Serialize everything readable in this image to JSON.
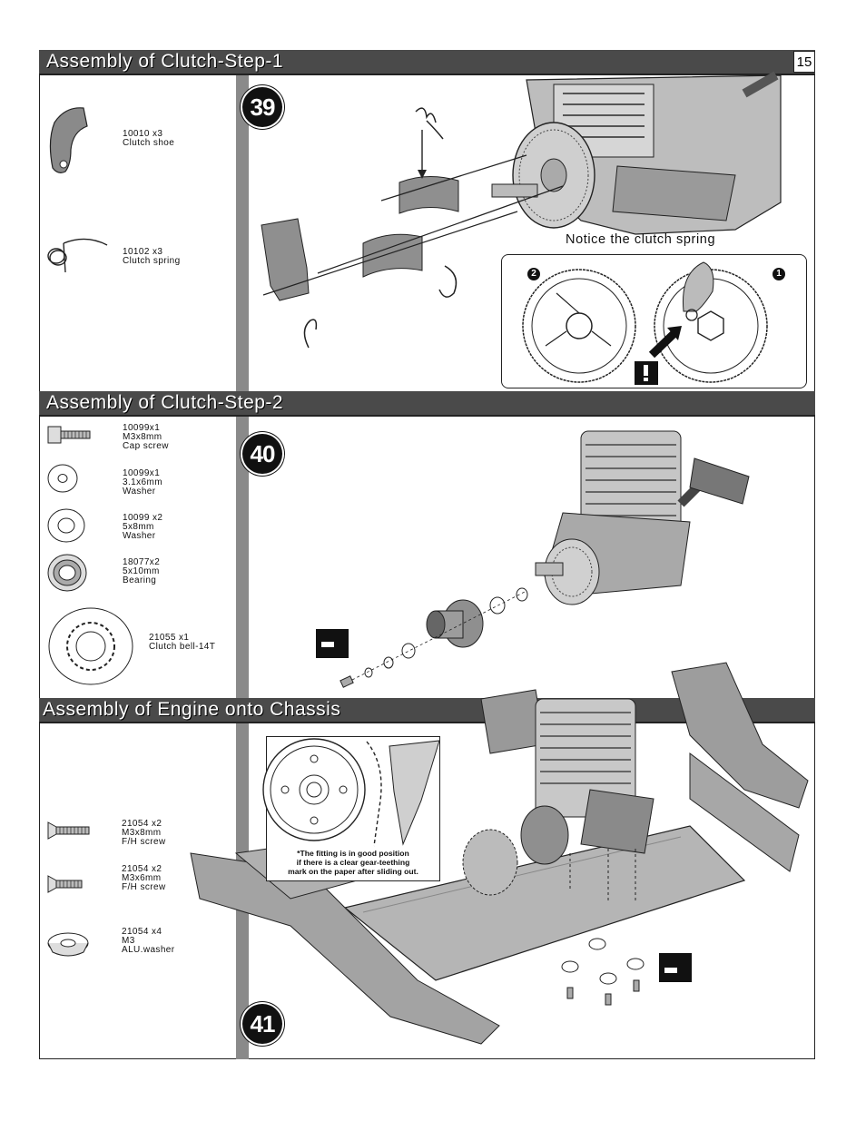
{
  "page_number": "15",
  "sections": [
    {
      "title": "Assembly of Clutch-Step-1",
      "step": "39",
      "parts": [
        {
          "lines": [
            "10010 x3",
            "Clutch shoe"
          ],
          "icon": "clutch-shoe-icon"
        },
        {
          "lines": [
            "10102 x3",
            "Clutch spring"
          ],
          "icon": "clutch-spring-icon"
        }
      ],
      "notice": "Notice the clutch spring",
      "callout_marks": [
        "2",
        "1"
      ]
    },
    {
      "title": "Assembly of Clutch-Step-2",
      "step": "40",
      "parts": [
        {
          "lines": [
            "10099x1",
            "M3x8mm",
            "Cap screw"
          ],
          "icon": "cap-screw-icon"
        },
        {
          "lines": [
            "10099x1",
            "3.1x6mm",
            "Washer"
          ],
          "icon": "small-washer-icon"
        },
        {
          "lines": [
            "10099 x2",
            "5x8mm",
            "Washer"
          ],
          "icon": "washer-icon"
        },
        {
          "lines": [
            "18077x2",
            "5x10mm",
            "Bearing"
          ],
          "icon": "bearing-icon"
        },
        {
          "lines": [
            "21055 x1",
            "Clutch bell-14T"
          ],
          "icon": "clutch-bell-icon"
        }
      ]
    },
    {
      "title": "Assembly of Engine onto Chassis",
      "step": "41",
      "parts": [
        {
          "lines": [
            "21054 x2",
            " M3x8mm",
            " F/H screw"
          ],
          "icon": "fh-screw-icon"
        },
        {
          "lines": [
            "21054 x2",
            " M3x6mm",
            " F/H screw"
          ],
          "icon": "fh-screw-short-icon"
        },
        {
          "lines": [
            "21054 x4",
            " M3",
            " ALU.washer"
          ],
          "icon": "alu-washer-icon"
        }
      ],
      "inset_note": [
        "*The fitting is in good position",
        "if there is a clear gear-teething",
        "mark on the paper after sliding out."
      ]
    }
  ],
  "colors": {
    "header_bg": "#4a4a4a",
    "divider": "#8a8a8a",
    "ink": "#111111"
  }
}
